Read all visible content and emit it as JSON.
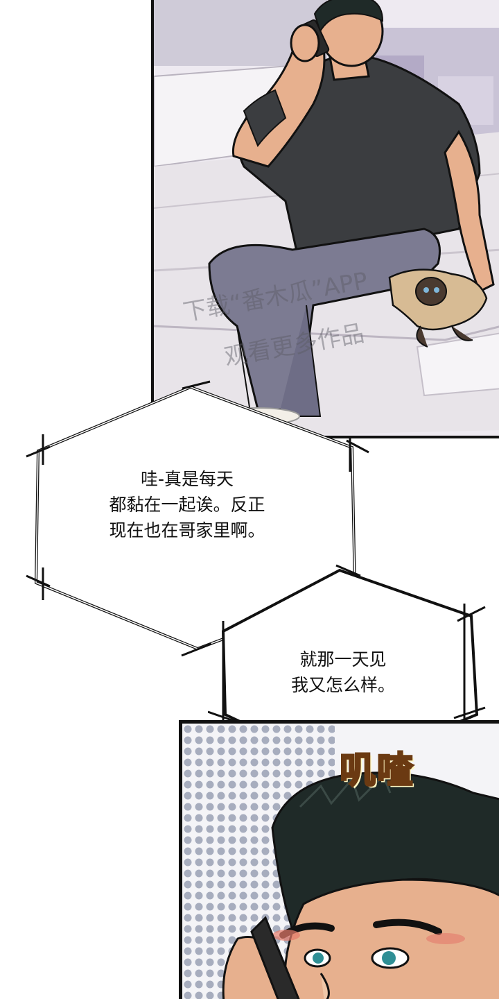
{
  "bubbles": [
    {
      "line1": "哇-真是每天",
      "line2": "都黏在一起诶。反正",
      "line3": "现在也在哥家里啊。"
    },
    {
      "line1": "就那一天见",
      "line2": "我又怎么样。"
    }
  ],
  "sfx": "叽喳",
  "watermark": {
    "line1": "下载“番木瓜”APP",
    "line2": "观看更多作品"
  },
  "colors": {
    "shirt": "#3b3d40",
    "pants": "#7c7b92",
    "skin": "#e7b08e",
    "hair": "#1f2a28",
    "sofa": "#e7e3e8",
    "sfx": "#f39a2e"
  }
}
